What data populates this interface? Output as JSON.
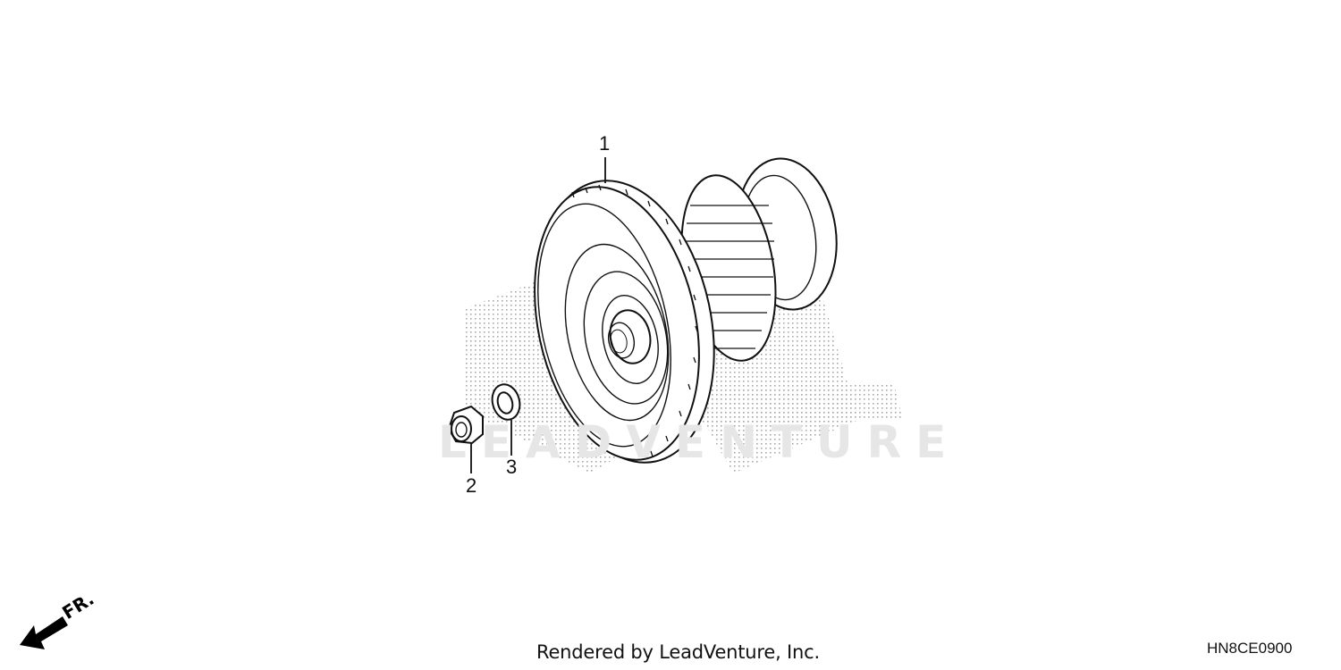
{
  "diagram": {
    "watermark": "LEADVENTURE",
    "parts": [
      {
        "callout": "1",
        "description": "clutch drum / driven gear assembly"
      },
      {
        "callout": "2",
        "description": "flange nut"
      },
      {
        "callout": "3",
        "description": "washer"
      }
    ],
    "direction_indicator": {
      "label": "FR."
    }
  },
  "footer": {
    "credit": "Rendered by LeadVenture, Inc.",
    "diagram_code": "HN8CE0900"
  }
}
